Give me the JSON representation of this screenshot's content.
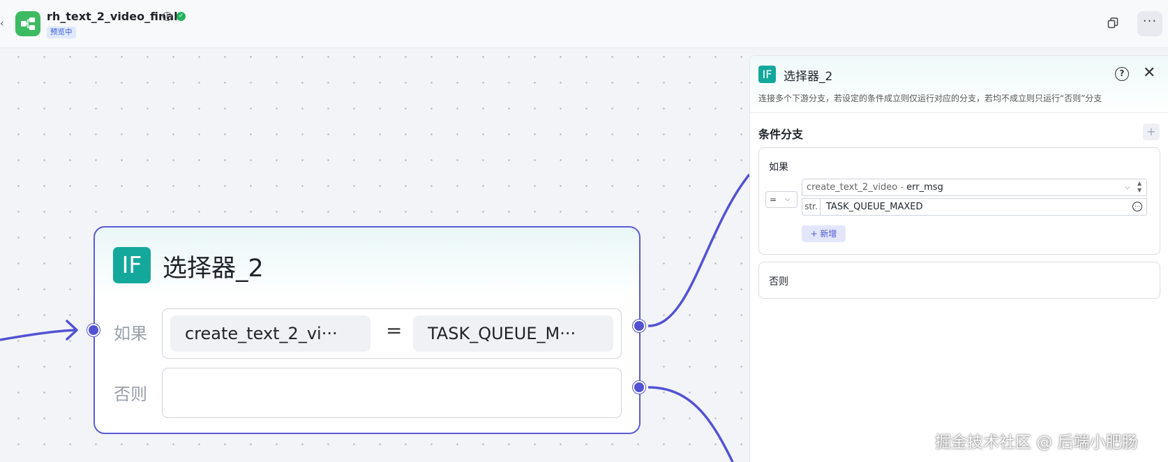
{
  "header": {
    "back": "‹",
    "app_title": "rh_text_2_video_final",
    "info_glyph": "i",
    "check_glyph": "✓",
    "status_badge": "预览中",
    "more_glyph": "···"
  },
  "node": {
    "icon_text": "IF",
    "title": "选择器_2",
    "if_label": "如果",
    "else_label": "否则",
    "left_operand": "create_text_2_vi···",
    "operator": "=",
    "right_operand": "TASK_QUEUE_M···"
  },
  "panel": {
    "icon_text": "IF",
    "title": "选择器_2",
    "help_glyph": "?",
    "close_glyph": "✕",
    "description": "连接多个下游分支，若设定的条件成立则仅运行对应的分支，若均不成立则只运行“否则”分支",
    "section_title": "条件分支",
    "add_branch_glyph": "+",
    "if_branch": {
      "label": "如果",
      "operator": "=",
      "field_node": "create_text_2_video",
      "field_sep": " - ",
      "field_var": "err_msg",
      "value_type": "str.",
      "value": "TASK_QUEUE_MAXED",
      "add_button": "+ 新增"
    },
    "else_branch": {
      "label": "否则"
    }
  },
  "watermark": "掘金技术社区 @ 后端小肥肠",
  "colors": {
    "accent": "#5b5bd6",
    "if_icon": "#14a89c",
    "app_icon": "#3dbb63",
    "success": "#22b35e"
  },
  "icons": [
    "workflow-app-icon",
    "info-icon",
    "check-circle-icon",
    "copy-icon",
    "more-icon",
    "help-icon",
    "close-icon",
    "plus-icon",
    "chevron-down-icon",
    "variable-icon"
  ]
}
